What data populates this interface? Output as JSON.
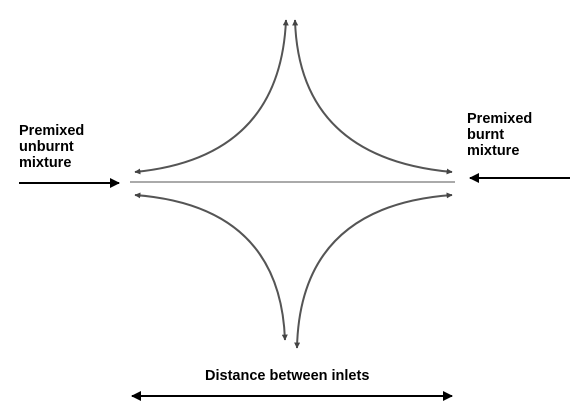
{
  "labels": {
    "unburnt_inlet": [
      "Premixed",
      "unburnt",
      "mixture"
    ],
    "burnt_inlet": [
      "Premixed",
      "burnt",
      "mixture"
    ],
    "distance": "Distance between inlets"
  },
  "colors": {
    "flow_lines": "#555555",
    "stagnation_plane": "#aaaaaa",
    "arrows": "#000000"
  }
}
